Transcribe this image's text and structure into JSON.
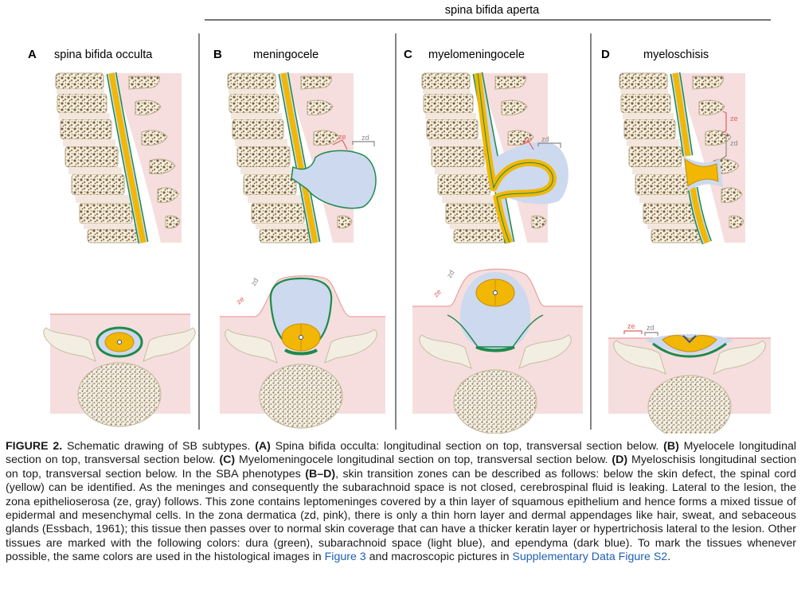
{
  "header": {
    "group_label": "spina bifida aperta"
  },
  "panels": [
    {
      "letter": "A",
      "title": "spina bifida occulta"
    },
    {
      "letter": "B",
      "title": "meningocele",
      "labels": [
        "ze",
        "zd"
      ]
    },
    {
      "letter": "C",
      "title": "myelomeningocele",
      "labels": [
        "ze",
        "zd"
      ]
    },
    {
      "letter": "D",
      "title": "myeloschisis",
      "labels": [
        "ze",
        "zd"
      ]
    }
  ],
  "tissue_colors": {
    "spinal_cord": "#f2b705",
    "dura": "#1e8a4c",
    "subarachnoid_space": "#cdd9ee",
    "ependyma": "#2f4f9a",
    "skin": "#f6dede",
    "skin_outline": "#e8a0a0",
    "vertebra": "#f6f1e4",
    "bone_pattern": "#8a6d4a"
  },
  "caption": {
    "label": "FIGURE 2.",
    "p1": " Schematic drawing of SB subtypes. ",
    "a": "(A)",
    "p2": " Spina bifida occulta: longitudinal section on top, transversal section below. ",
    "b": "(B)",
    "p3": " Myelocele longitudinal section on top, transversal section below. ",
    "c": "(C)",
    "p4": " Myelomeningocele longitudinal section on top, transversal section below. ",
    "d": "(D)",
    "p5": " Myeloschisis longitudinal section on top, transversal section below. In the SBA phenotypes ",
    "bd": "(B–D)",
    "p6": ", skin transition zones can be described as follows: below the skin defect, the spinal cord (yellow) can be identified. As the meninges and consequently the subarachnoid space is not closed, cerebrospinal fluid is leaking. Lateral to the lesion, the zona epithelioserosa (ze, gray) follows. This zone contains leptomeninges covered by a thin layer of squamous epithelium and hence forms a mixed tissue of epidermal and mesenchymal cells. In the zona dermatica (zd, pink), there is only a thin horn layer and dermal appendages like hair, sweat, and sebaceous glands (Essbach, 1961); this tissue then passes over to normal skin coverage that can have a thicker keratin layer or hypertrichosis lateral to the lesion. Other tissues are marked with the following colors: dura (green), subarachnoid space (light blue), and ependyma (dark blue). To mark the tissues whenever possible, the same colors are used in the histological images in ",
    "link1": "Figure 3",
    "p7": " and macroscopic pictures in ",
    "link2": "Supplementary Data Figure S2",
    "p8": "."
  }
}
